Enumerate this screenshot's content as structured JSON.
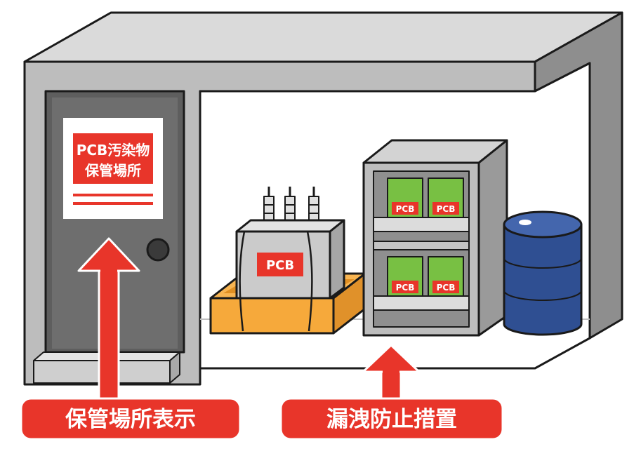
{
  "sign": {
    "line1": "PCB汚染物",
    "line2": "保管場所"
  },
  "transformer": {
    "label": "PCB"
  },
  "shelf_boxes": [
    {
      "label": "PCB"
    },
    {
      "label": "PCB"
    },
    {
      "label": "PCB"
    },
    {
      "label": "PCB"
    }
  ],
  "callouts": [
    {
      "label": "保管場所表示"
    },
    {
      "label": "漏洩防止措置"
    }
  ],
  "colors": {
    "accent_red": "#e8352a",
    "wall_gray": "#bdbdbd",
    "door_gray": "#6a6a6a",
    "tray_orange": "#f6a93b",
    "box_green": "#78c043",
    "drum_blue": "#2f4f92"
  }
}
